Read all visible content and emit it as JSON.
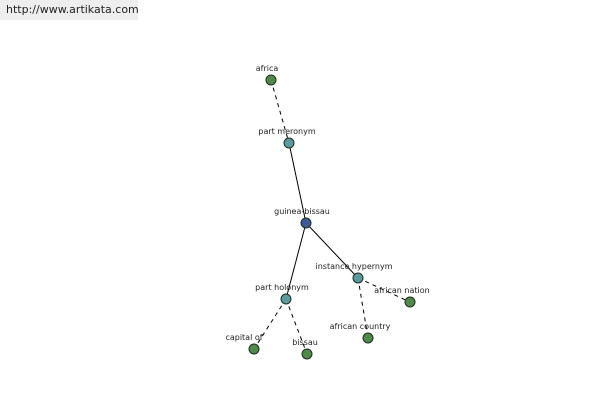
{
  "banner": {
    "url": "http://www.artikata.com"
  },
  "colors": {
    "edge": "#000000",
    "center_fill": "#3f5a98",
    "relation_fill": "#5a9aa0",
    "leaf_fill": "#4f8a4a",
    "node_stroke": "#1e2e1e"
  },
  "nodes": [
    {
      "id": "africa",
      "label": "africa",
      "kind": "leaf"
    },
    {
      "id": "part-meronym",
      "label": "part meronym",
      "kind": "relation"
    },
    {
      "id": "guinea-bissau",
      "label": "guinea-bissau",
      "kind": "center"
    },
    {
      "id": "instance-hypernym",
      "label": "instance hypernym",
      "kind": "relation"
    },
    {
      "id": "african-nation",
      "label": "african nation",
      "kind": "leaf"
    },
    {
      "id": "african-country",
      "label": "african country",
      "kind": "leaf"
    },
    {
      "id": "part-holonym",
      "label": "part holonym",
      "kind": "relation"
    },
    {
      "id": "capital-of",
      "label": "capital of",
      "kind": "leaf"
    },
    {
      "id": "bissau",
      "label": "bissau",
      "kind": "leaf"
    }
  ],
  "edges": [
    {
      "from": "africa",
      "to": "part-meronym",
      "style": "dashed"
    },
    {
      "from": "part-meronym",
      "to": "guinea-bissau",
      "style": "solid"
    },
    {
      "from": "guinea-bissau",
      "to": "instance-hypernym",
      "style": "solid"
    },
    {
      "from": "instance-hypernym",
      "to": "african-nation",
      "style": "dashed"
    },
    {
      "from": "instance-hypernym",
      "to": "african-country",
      "style": "dashed"
    },
    {
      "from": "guinea-bissau",
      "to": "part-holonym",
      "style": "solid"
    },
    {
      "from": "part-holonym",
      "to": "capital-of",
      "style": "dashed"
    },
    {
      "from": "part-holonym",
      "to": "bissau",
      "style": "dashed"
    }
  ]
}
